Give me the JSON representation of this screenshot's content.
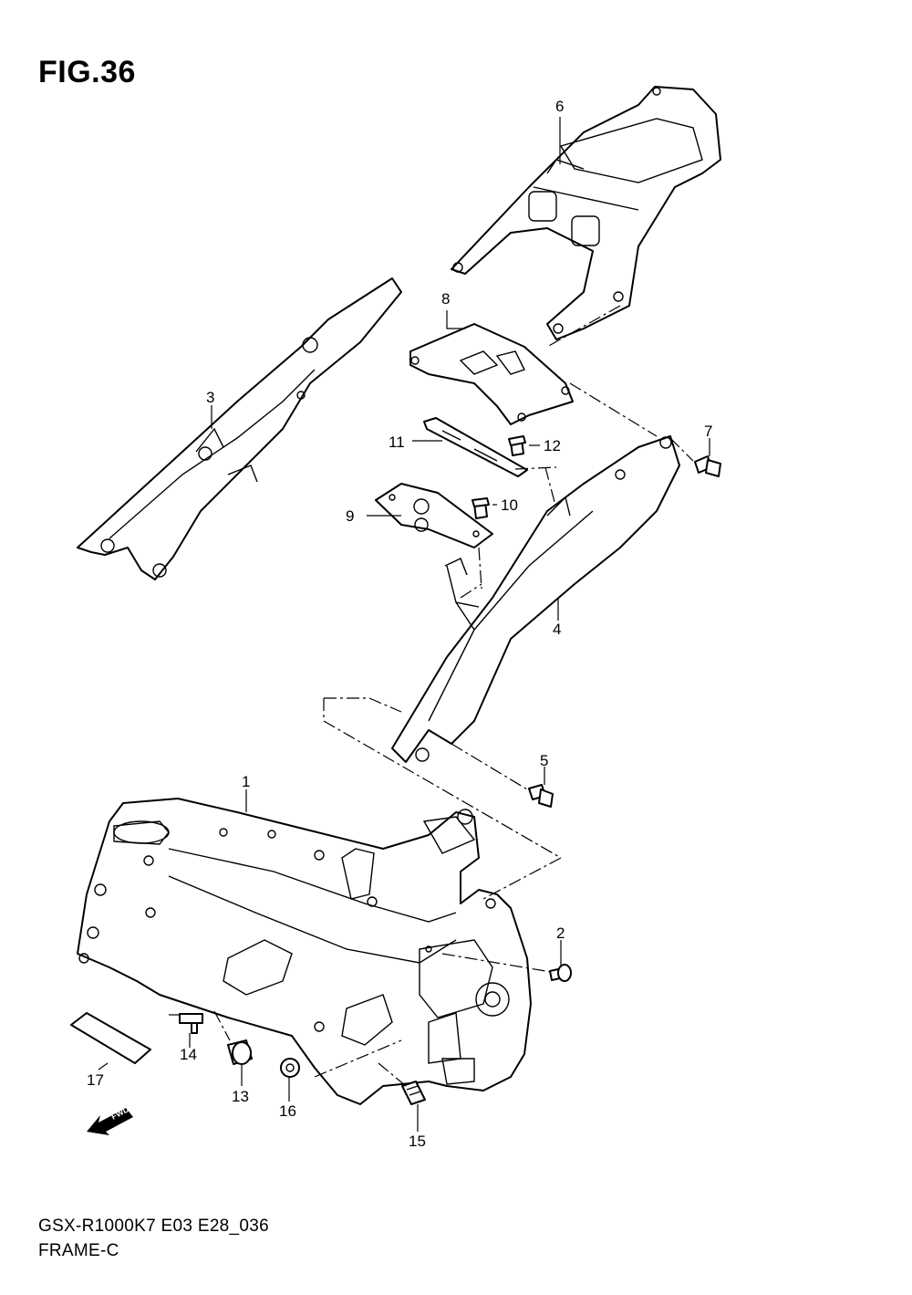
{
  "figure": {
    "title": "FIG.36"
  },
  "footer": {
    "model_code": "GSX-R1000K7 E03 E28_036",
    "section": "FRAME-C"
  },
  "direction_arrow": {
    "label": "FWD"
  },
  "callouts": {
    "c1": "1",
    "c2": "2",
    "c3": "3",
    "c4": "4",
    "c5": "5",
    "c6": "6",
    "c7": "7",
    "c8": "8",
    "c9": "9",
    "c10": "10",
    "c11": "11",
    "c12": "12",
    "c13": "13",
    "c14": "14",
    "c15": "15",
    "c16": "16",
    "c17": "17"
  }
}
